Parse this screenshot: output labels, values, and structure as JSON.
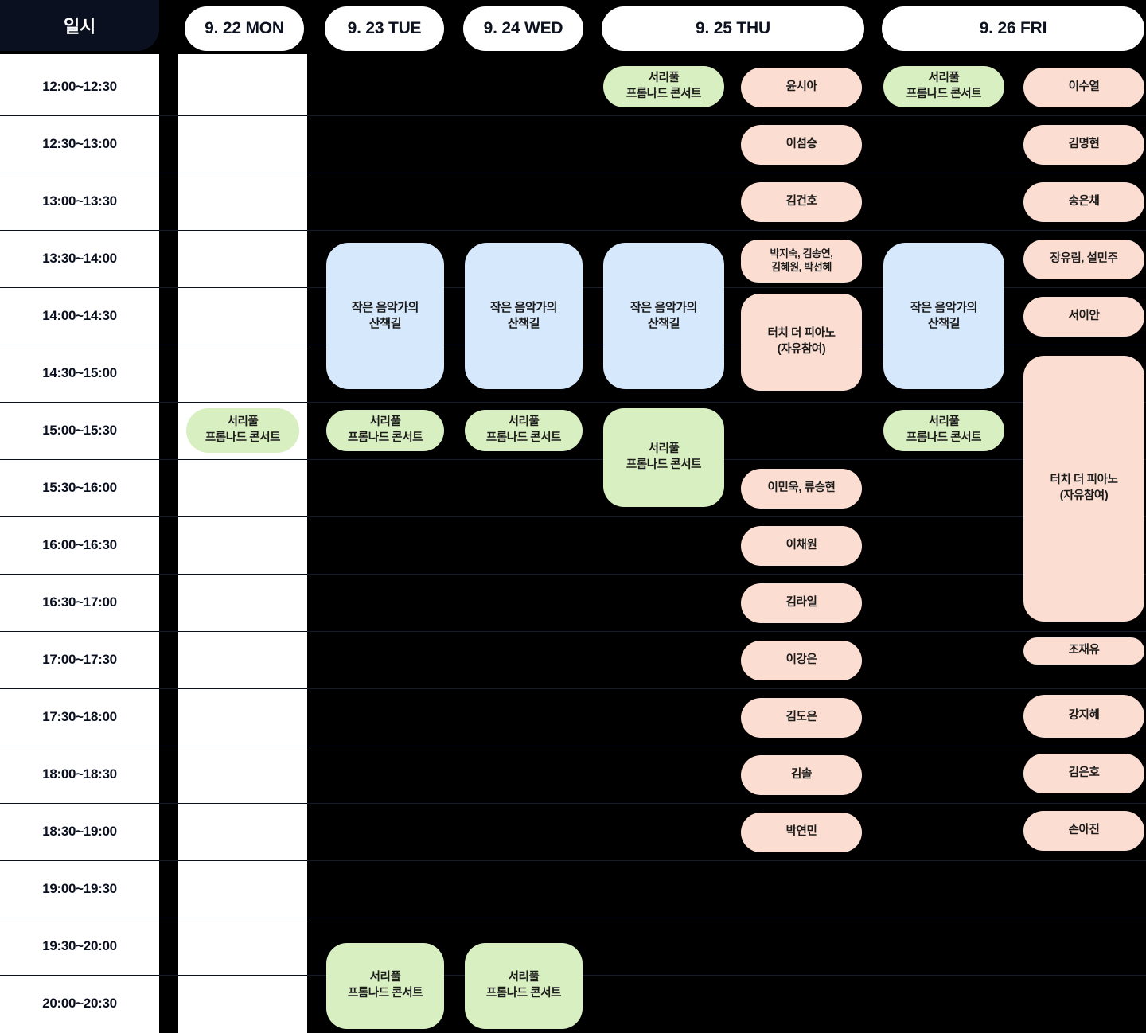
{
  "palette": {
    "pink": "#FBDDD1",
    "green": "#D8EFC1",
    "blue": "#D6E8FB",
    "header_dark": "#0B1020",
    "sheet_bg": "#000000",
    "white": "#FFFFFF"
  },
  "header": {
    "time_label": "일시",
    "days": [
      {
        "label": "9. 22 MON"
      },
      {
        "label": "9. 23 TUE"
      },
      {
        "label": "9. 24 WED"
      },
      {
        "label": "9. 25 THU"
      },
      {
        "label": "9. 26 FRI"
      }
    ]
  },
  "time_slots": [
    "12:00~12:30",
    "12:30~13:00",
    "13:00~13:30",
    "13:30~14:00",
    "14:00~14:30",
    "14:30~15:00",
    "15:00~15:30",
    "15:30~16:00",
    "16:00~16:30",
    "16:30~17:00",
    "17:00~17:30",
    "17:30~18:00",
    "18:00~18:30",
    "18:30~19:00",
    "19:00~19:30",
    "19:30~20:00",
    "20:00~20:30"
  ],
  "events": {
    "mon": [
      {
        "text": "서리풀\n프롬나드 콘서트",
        "color": "green",
        "slot": "15:00~15:30"
      }
    ],
    "tue": [
      {
        "text": "작은 음악가의\n산책길",
        "color": "blue",
        "slot": "13:30~15:00"
      },
      {
        "text": "서리풀\n프롬나드 콘서트",
        "color": "green",
        "slot": "15:00~15:30"
      },
      {
        "text": "서리풀\n프롬나드 콘서트",
        "color": "green",
        "slot": "19:30~20:30"
      }
    ],
    "wed": [
      {
        "text": "작은 음악가의\n산책길",
        "color": "blue",
        "slot": "13:30~15:00"
      },
      {
        "text": "서리풀\n프롬나드 콘서트",
        "color": "green",
        "slot": "15:00~15:30"
      },
      {
        "text": "서리풀\n프롬나드 콘서트",
        "color": "green",
        "slot": "19:30~20:30"
      }
    ],
    "thu_left": [
      {
        "text": "서리풀\n프롬나드 콘서트",
        "color": "green",
        "slot": "12:00~12:30"
      },
      {
        "text": "작은 음악가의\n산책길",
        "color": "blue",
        "slot": "13:30~15:00"
      },
      {
        "text": "서리풀\n프롬나드 콘서트",
        "color": "green",
        "slot": "15:00~16:00"
      }
    ],
    "thu_right": [
      {
        "text": "윤시아",
        "color": "pink",
        "slot": "12:00~12:30"
      },
      {
        "text": "이섬승",
        "color": "pink",
        "slot": "12:30~13:00"
      },
      {
        "text": "김건호",
        "color": "pink",
        "slot": "13:00~13:30"
      },
      {
        "text": "박지숙, 김송연,\n김혜원, 박선혜",
        "color": "pink",
        "slot": "13:30~14:00"
      },
      {
        "text": "터치 더 피아노\n(자유참여)",
        "color": "pink",
        "slot": "14:00~15:00"
      },
      {
        "text": "이민욱, 류승현",
        "color": "pink",
        "slot": "15:30~16:00"
      },
      {
        "text": "이채원",
        "color": "pink",
        "slot": "16:00~16:30"
      },
      {
        "text": "김라일",
        "color": "pink",
        "slot": "16:30~17:00"
      },
      {
        "text": "이강은",
        "color": "pink",
        "slot": "17:00~17:30"
      },
      {
        "text": "김도은",
        "color": "pink",
        "slot": "17:30~18:00"
      },
      {
        "text": "김솔",
        "color": "pink",
        "slot": "18:00~18:30"
      },
      {
        "text": "박연민",
        "color": "pink",
        "slot": "18:30~19:00"
      }
    ],
    "fri_left": [
      {
        "text": "서리풀\n프롬나드 콘서트",
        "color": "green",
        "slot": "12:00~12:30"
      },
      {
        "text": "작은 음악가의\n산책길",
        "color": "blue",
        "slot": "13:30~15:00"
      },
      {
        "text": "서리풀\n프롬나드 콘서트",
        "color": "green",
        "slot": "15:00~15:30"
      }
    ],
    "fri_right": [
      {
        "text": "이수열",
        "color": "pink",
        "slot": "12:00~12:30"
      },
      {
        "text": "김명현",
        "color": "pink",
        "slot": "12:30~13:00"
      },
      {
        "text": "송은채",
        "color": "pink",
        "slot": "13:00~13:30"
      },
      {
        "text": "장유림, 설민주",
        "color": "pink",
        "slot": "13:30~14:00"
      },
      {
        "text": "서이안",
        "color": "pink",
        "slot": "14:00~14:30"
      },
      {
        "text": "터치 더 피아노\n(자유참여)",
        "color": "pink",
        "slot": "14:30~17:00"
      },
      {
        "text": "조재유",
        "color": "pink",
        "slot": "17:00~17:30"
      },
      {
        "text": "강지혜",
        "color": "pink",
        "slot": "17:30~18:00"
      },
      {
        "text": "김은호",
        "color": "pink",
        "slot": "18:00~18:30"
      },
      {
        "text": "손아진",
        "color": "pink",
        "slot": "18:30~19:00"
      }
    ]
  }
}
